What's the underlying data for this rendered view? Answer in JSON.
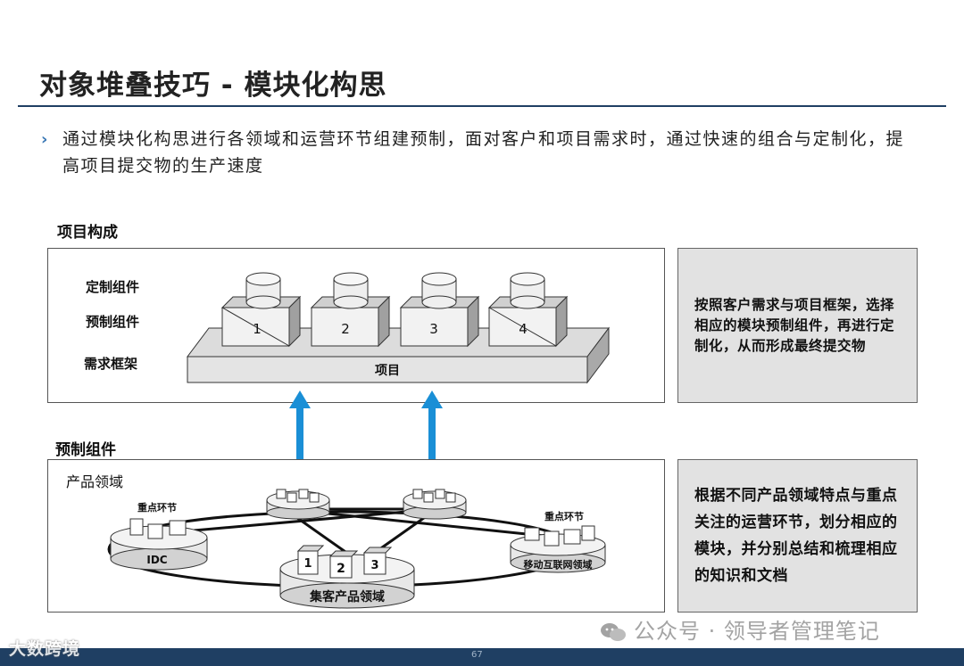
{
  "title": "对象堆叠技巧 - 模块化构思",
  "bullet": {
    "mark": "›",
    "text": "通过模块化构思进行各领域和运营环节组建预制，面对客户和项目需求时，通过快速的组合与定制化，提高项目提交物的生产速度"
  },
  "project_section": {
    "label": "项目构成",
    "layer_labels": [
      "定制组件",
      "预制组件",
      "需求框架"
    ],
    "modules": [
      "1",
      "2",
      "3",
      "4"
    ],
    "base_label": "项目",
    "note": "按照客户需求与项目框架，选择相应的模块预制组件，再进行定制化，从而形成最终提交物"
  },
  "prefab_section": {
    "label": "预制组件",
    "panel_title": "产品领域",
    "nodes": {
      "idc": "IDC",
      "mobile": "移动互联网领域",
      "enterprise": "集客产品领域",
      "key_link_left": "重点环节",
      "key_link_right": "重点环节",
      "enterprise_modules": [
        "1",
        "2",
        "3"
      ]
    },
    "note": "根据不同产品领域特点与重点关注的运营环节，划分相应的模块，并分别总结和梳理相应的知识和文档"
  },
  "colors": {
    "accent_arrow": "#1a8fd6",
    "title_rule": "#1f3f63",
    "note_bg": "#e2e2e2"
  },
  "footer": {
    "page_number": "67",
    "watermark_left": "大数跨境",
    "watermark_right": "公众号 · 领导者管理笔记"
  }
}
